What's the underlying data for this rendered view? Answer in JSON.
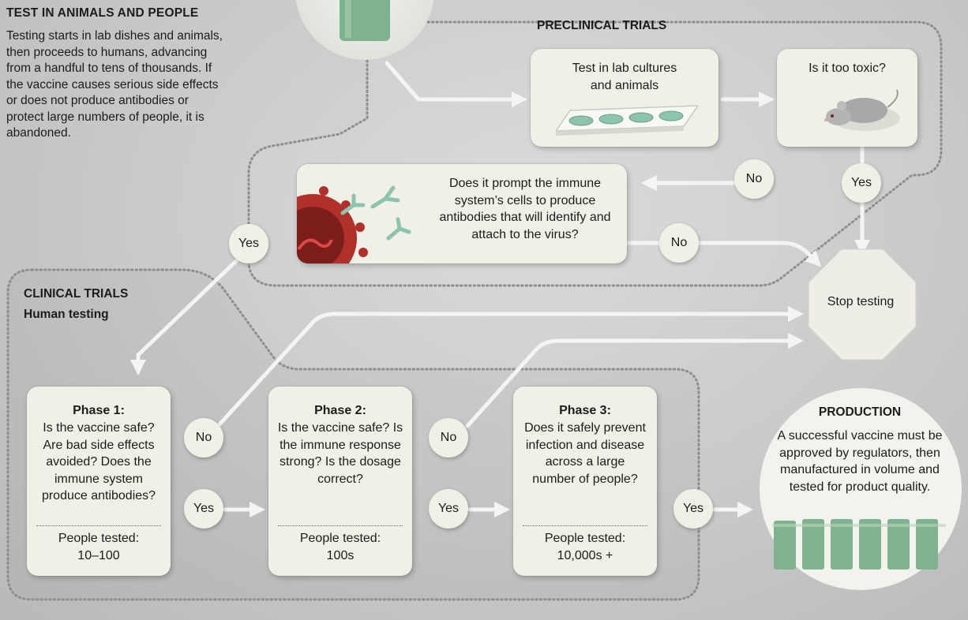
{
  "intro": {
    "title": "TEST IN ANIMALS AND PEOPLE",
    "text": "Testing starts in lab dishes and animals, then proceeds to humans, advancing from a handful to tens of thousands. If the vaccine causes serious side effects or does not produce antibodies or protect large numbers of people, it is abandoned."
  },
  "preclinical": {
    "title": "PRECLINICAL TRIALS",
    "lab_box": "Test in lab cultures and animals",
    "toxic_box": "Is it too toxic?",
    "immune_box": "Does it prompt the immune system’s cells to produce antibodies that will identify and attach to the virus?"
  },
  "clinical": {
    "title": "CLINICAL TRIALS",
    "subtitle": "Human testing"
  },
  "phases": [
    {
      "title": "Phase 1:",
      "question": "Is the vaccine safe? Are bad side effects avoided? Does the immune system produce antibodies?",
      "people_label": "People tested:",
      "people": "10–100"
    },
    {
      "title": "Phase 2:",
      "question": "Is the vaccine safe? Is the immune response strong? Is the dosage correct?",
      "people_label": "People tested:",
      "people": "100s"
    },
    {
      "title": "Phase 3:",
      "question": "Does it safely prevent infection and disease across a large number of people?",
      "people_label": "People tested:",
      "people": "10,000s +"
    }
  ],
  "badges": {
    "no": "No",
    "yes": "Yes"
  },
  "stop": "Stop testing",
  "production": {
    "title": "PRODUCTION",
    "text": "A successful vaccine must be approved by regulators, then manufactured in volume and tested for product quality."
  },
  "colors": {
    "box_fill": "#f1f0e6",
    "arrow": "#f4f4f2",
    "vial_green": "#7fb38f",
    "virus_red": "#b0302c",
    "antibody_teal": "#8cc4ae"
  }
}
